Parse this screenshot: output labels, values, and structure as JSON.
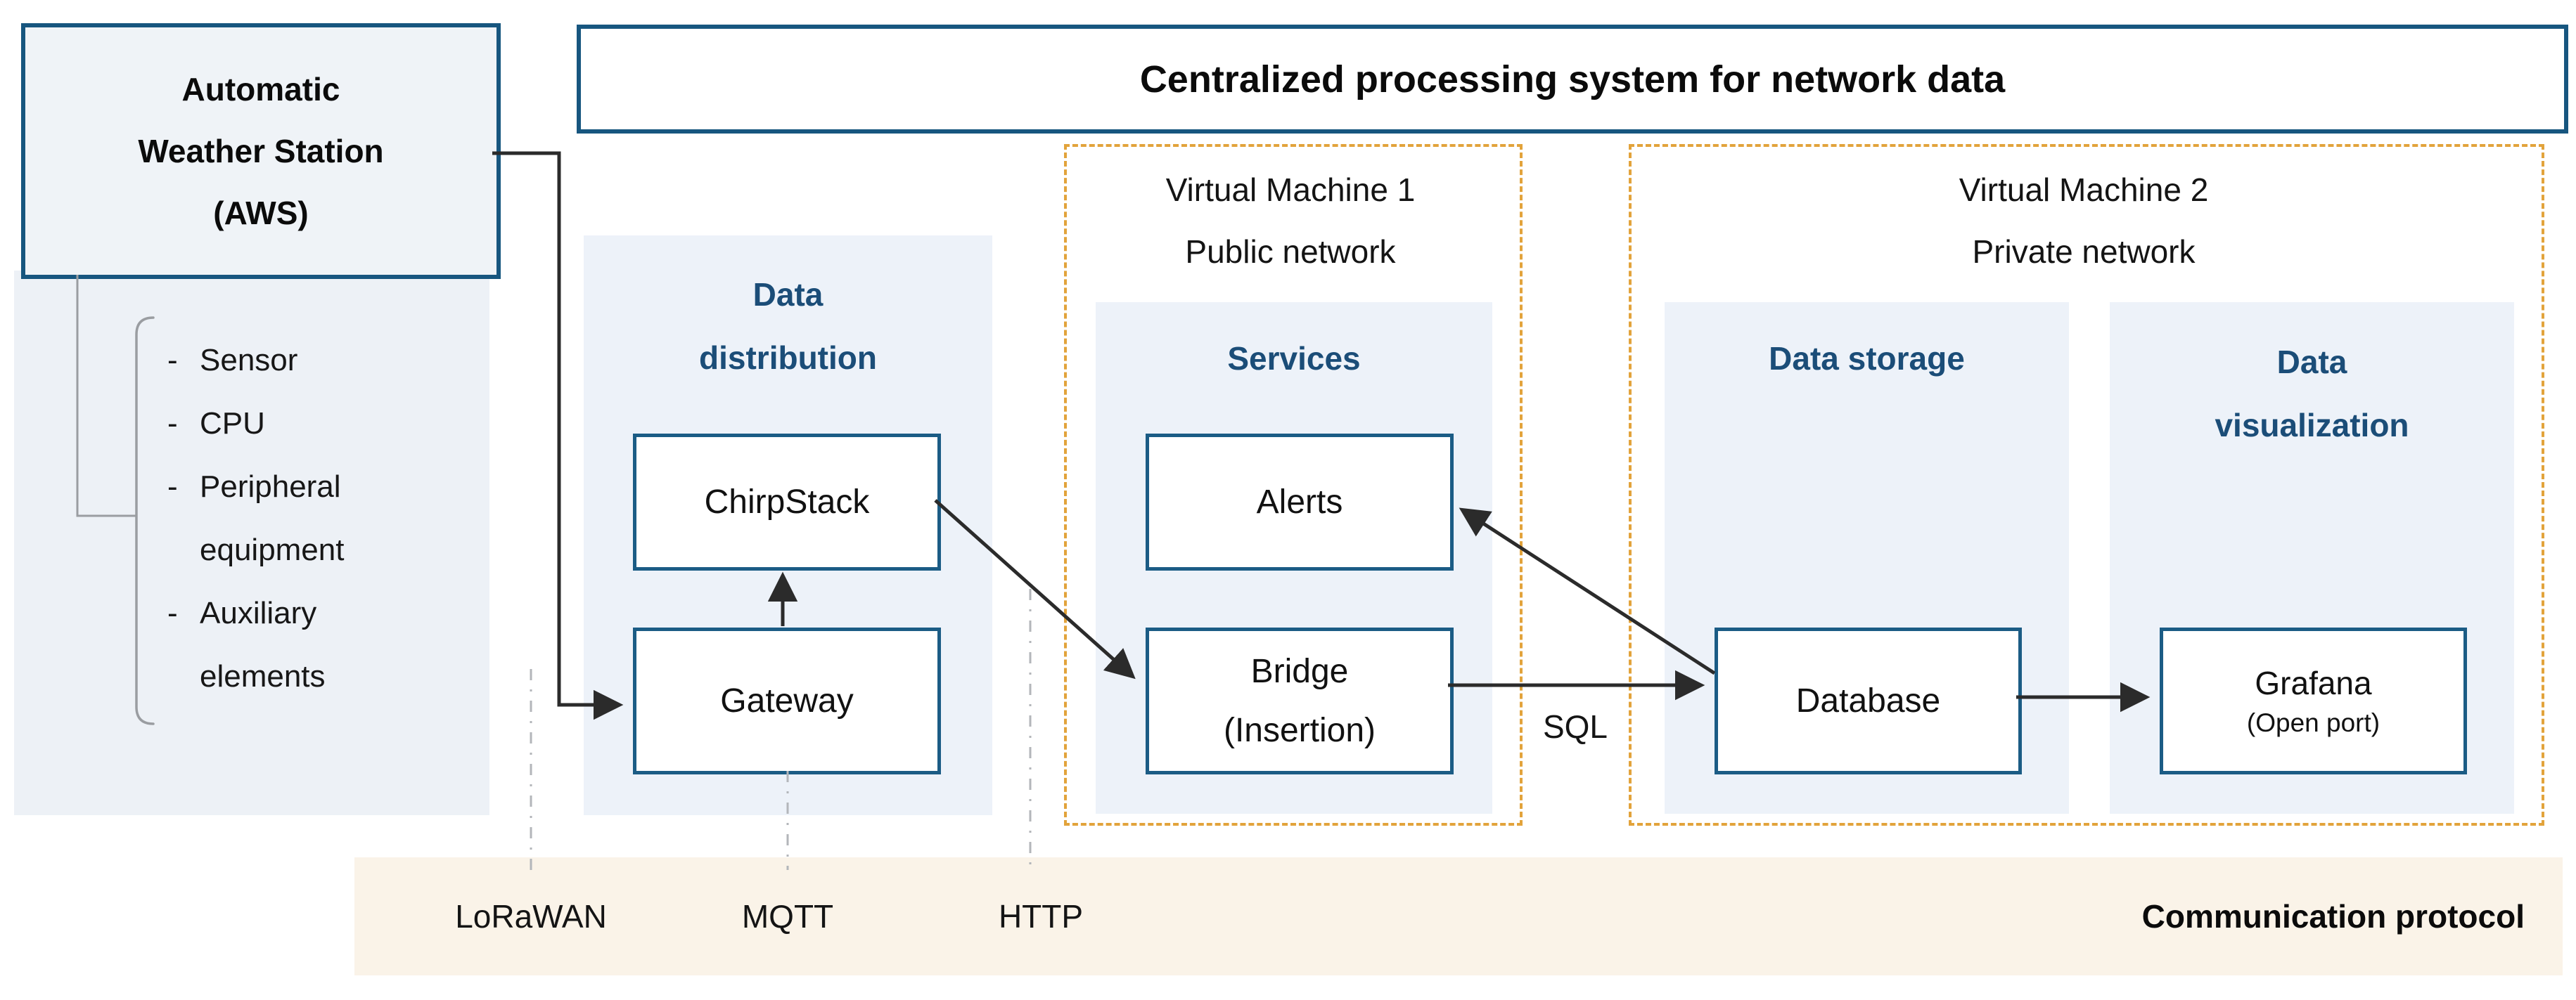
{
  "colors": {
    "box_border_blue": "#17567f",
    "node_border_blue": "#1b5c85",
    "section_title_blue": "#1b4d78",
    "vm_dashed_orange": "#e2a33b",
    "panel_light_blue": "#edf2f9",
    "left_panel_gray_blue": "#edf1f6",
    "protocol_bar_cream": "#faf3e8",
    "arrow_black": "#2b2b2b",
    "connector_gray": "#9a9da1",
    "protocol_dash_gray": "#b3b6ba"
  },
  "aws": {
    "title": "Automatic\nWeather Station\n(AWS)",
    "components": {
      "bullet": "-",
      "items": [
        "Sensor",
        "CPU",
        "Peripheral\nequipment",
        "Auxiliary\nelements"
      ]
    }
  },
  "header": {
    "title": "Centralized processing system for network data"
  },
  "data_distribution": {
    "title": "Data\ndistribution",
    "nodes": {
      "chirpstack": "ChirpStack",
      "gateway": "Gateway"
    }
  },
  "vm1": {
    "title": "Virtual Machine 1\nPublic network",
    "services": {
      "title": "Services",
      "nodes": {
        "alerts": "Alerts",
        "bridge": "Bridge\n(Insertion)"
      }
    }
  },
  "vm2": {
    "title": "Virtual Machine 2\nPrivate network",
    "data_storage": {
      "title": "Data storage",
      "nodes": {
        "database": "Database"
      }
    },
    "data_visualization": {
      "title": "Data\nvisualization",
      "nodes": {
        "grafana": "Grafana",
        "grafana_sub": "(Open port)"
      }
    }
  },
  "edges": {
    "sql_label": "SQL"
  },
  "protocol_bar": {
    "labels": {
      "lorawan": "LoRaWAN",
      "mqtt": "MQTT",
      "http": "HTTP"
    },
    "title": "Communication protocol"
  }
}
